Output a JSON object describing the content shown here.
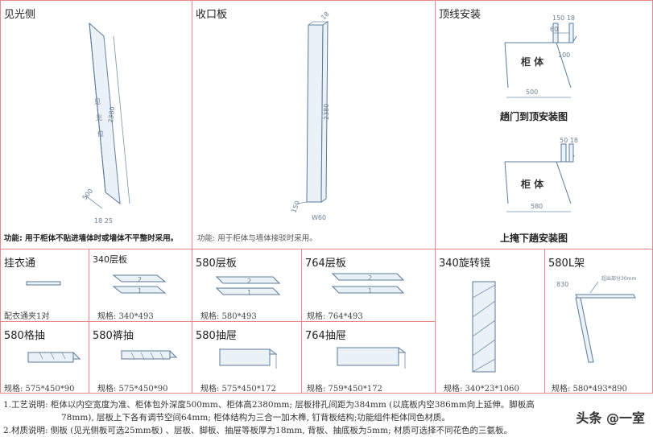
{
  "panels": {
    "jianguangce": {
      "title": "见光侧",
      "vertical_label": [
        "见",
        "光",
        "位"
      ],
      "height_dim": "2380",
      "depth_dim": "500",
      "bottom_dims": "18 25",
      "function": "功能: 用于柜体不贴进墙体时或墙体不平整时采用。"
    },
    "shoukouban": {
      "title": "收口板",
      "top_dim": "18",
      "height_dim": "2380",
      "depth_dim": "150",
      "bottom_dim": "W60",
      "function": "功能: 用于柜体与墙体接驳时采用。"
    },
    "dingxian": {
      "title": "顶线安装",
      "top_dims": "150 18",
      "dim_60": "60",
      "dim_100": "100",
      "dim_500": "500",
      "cabinet_label": "柜 体",
      "caption1": "趟门到顶安装图",
      "top_dims2": "50 18",
      "dim_580": "580",
      "cabinet_label2": "柜 体",
      "caption2": "上掩下趟安装图"
    },
    "guayitong": {
      "title": "挂衣通",
      "spec": "配衣通夹1对"
    },
    "ceng340": {
      "title": "340层板",
      "spec": "规格: 340*493",
      "n2": "2",
      "n1": "1"
    },
    "ceng580": {
      "title": "580层板",
      "spec": "规格: 580*493",
      "n2": "2",
      "n1": "1"
    },
    "ceng764": {
      "title": "764层板",
      "spec": "规格: 764*493",
      "n2": "2",
      "n1": "1"
    },
    "xuanzhuanjing": {
      "title": "340旋转镜",
      "spec": "规格: 340*23*1060"
    },
    "ljia": {
      "title": "580L架",
      "spec": "规格: 580*493*890",
      "dim_830": "830",
      "note": "超出部分30mm"
    },
    "gechou": {
      "title": "580格抽",
      "spec": "规格: 575*450*90"
    },
    "kuchou": {
      "title": "580裤抽",
      "spec": "规格: 575*450*90"
    },
    "choutile580": {
      "title": "580抽屉",
      "spec": "规格: 575*450*172"
    },
    "choutile764": {
      "title": "764抽屉",
      "spec": "规格: 759*450*172"
    }
  },
  "notes": {
    "line1a": "1.工艺说明: 柜体以内空宽度为准、柜体包外深度500mm、柜体高2380mm; 层板排孔间距为384mm (以底板内空386mm向上延伸。脚板高",
    "line1b": "78mm), 层板上下各有调节空间64mm; 柜体结构为三合一加木榫, 钉背板结构;功能组件柜体同色材质。",
    "line2": "2.材质说明: 侧板 (见光侧板可选25mm板) 、层板、脚板、抽屉等板厚为18mm, 背板、抽底板为5mm; 材质可选择不同花色的三氨板。"
  },
  "watermark": "头条 @一室"
}
